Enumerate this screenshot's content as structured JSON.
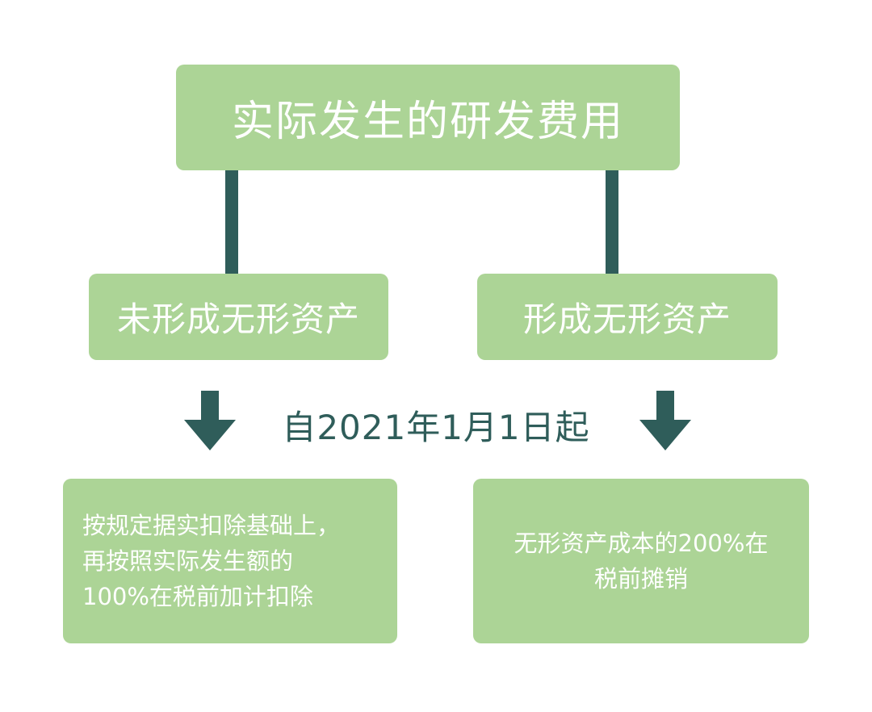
{
  "root": {
    "label": "实际发生的研发费用"
  },
  "branches": [
    {
      "label": "未形成无形资产",
      "result_lines": [
        "按规定据实扣除基础上，",
        "再按照实际发生额的",
        "100%在税前加计扣除"
      ]
    },
    {
      "label": "形成无形资产",
      "result_lines": [
        "无形资产成本的200%在",
        "税前摊销"
      ]
    }
  ],
  "date_label": "自2021年1月1日起",
  "colors": {
    "box_fill": "#acd496",
    "box_text": "#ffffff",
    "connector": "#2f5d5a",
    "date_text": "#2f5d5a"
  }
}
